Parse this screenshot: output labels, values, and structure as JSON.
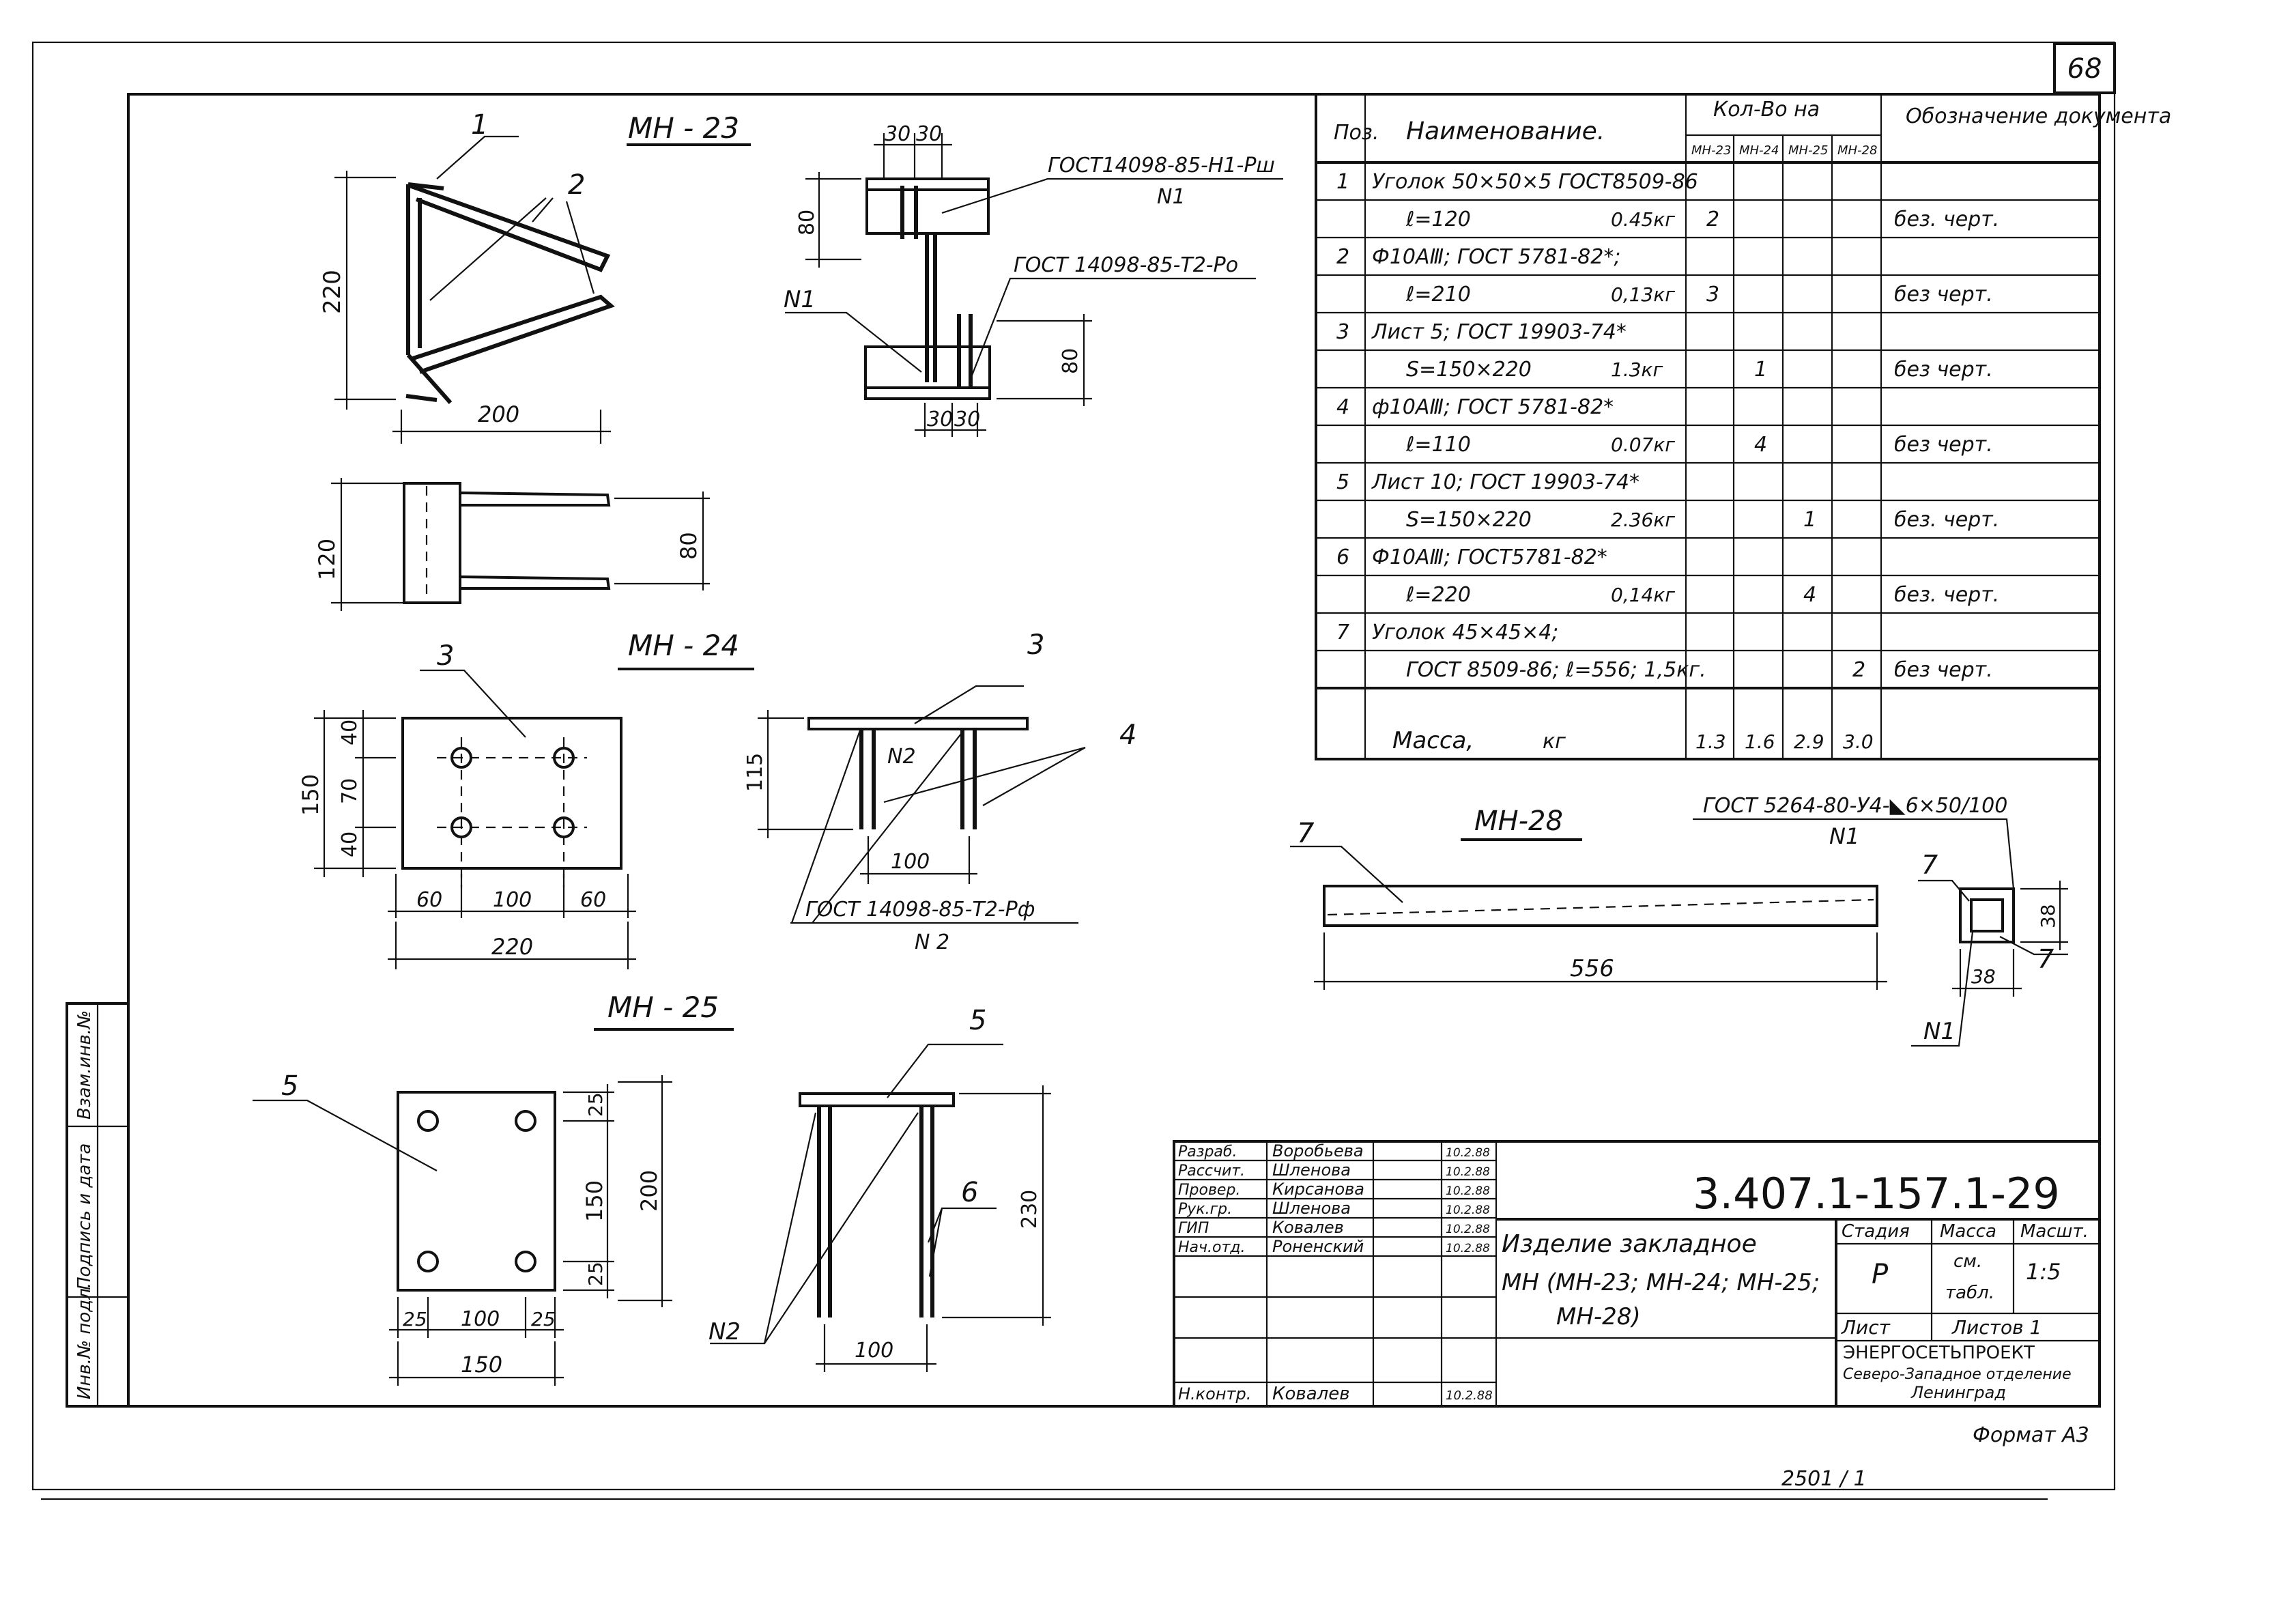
{
  "sheet": {
    "page_number": "68",
    "format": "Формат А3",
    "inventory_number": "2501 / 1"
  },
  "side_stamp": {
    "col1": "Инв.№ подл.",
    "col2": "Подпись и дата",
    "col3": "Взам.инв.№"
  },
  "views": {
    "mn23": {
      "title": "МН - 23",
      "callout_1": "1",
      "callout_2": "2",
      "dim_220": "220",
      "dim_200": "200",
      "dim_120": "120",
      "dim_80_plan": "80",
      "side_dim_30a": "30",
      "side_dim_30b": "30",
      "side_dim_80_top": "80",
      "side_dim_80_bottom": "80",
      "side_dim_30c": "30",
      "side_dim_30d": "30",
      "weld_top": "ГОСТ14098-85-Н1-Рш",
      "weld_top_n": "N1",
      "weld_bottom": "ГОСТ 14098-85-Т2-Ро",
      "weld_bottom_n": "N1"
    },
    "mn24": {
      "title": "МН - 24",
      "callout_3a": "3",
      "callout_3b": "3",
      "callout_4": "4",
      "dim_150": "150",
      "dim_40a": "40",
      "dim_70": "70",
      "dim_40b": "40",
      "dim_60a": "60",
      "dim_100": "100",
      "dim_60b": "60",
      "dim_220": "220",
      "dim_115": "115",
      "dim_100_side": "100",
      "weld_n2": "N2",
      "weld": "ГОСТ 14098-85-Т2-Рф",
      "weld_n": "N 2"
    },
    "mn25": {
      "title": "МН - 25",
      "callout_5a": "5",
      "callout_5b": "5",
      "callout_6": "6",
      "dim_25a": "25",
      "dim_150v": "150",
      "dim_25b": "25",
      "dim_200": "200",
      "dim_25c": "25",
      "dim_100": "100",
      "dim_25d": "25",
      "dim_150h": "150",
      "dim_230": "230",
      "dim_100_side": "100",
      "weld_n2": "N2"
    },
    "mn28": {
      "title": "МН-28",
      "callout_7a": "7",
      "callout_7b": "7",
      "callout_7c": "7",
      "dim_556": "556",
      "dim_38a": "38",
      "dim_38b": "38",
      "weld": "ГОСТ 5264-80-У4-◣6×50/100",
      "weld_n": "N1",
      "weld_n_bottom": "N1"
    }
  },
  "spec_table": {
    "headers": {
      "pos": "Поз.",
      "name": "Наименование.",
      "qty": "Кол-Во на",
      "doc": "Обозначение документа",
      "sub": [
        "МН-23",
        "МН-24",
        "МН-25",
        "МН-28"
      ]
    },
    "rows": [
      {
        "pos": "1",
        "name": "Уголок 50×50×5 ГОСТ8509-86",
        "w": "",
        "q": [
          "",
          "",
          "",
          ""
        ],
        "doc": ""
      },
      {
        "pos": "",
        "name": "ℓ=120",
        "w": "0.45кг",
        "q": [
          "2",
          "",
          "",
          ""
        ],
        "doc": "без. черт."
      },
      {
        "pos": "2",
        "name": "Ф10АⅢ; ГОСТ 5781-82*;",
        "w": "",
        "q": [
          "",
          "",
          "",
          ""
        ],
        "doc": ""
      },
      {
        "pos": "",
        "name": "ℓ=210",
        "w": "0,13кг",
        "q": [
          "3",
          "",
          "",
          ""
        ],
        "doc": "без черт."
      },
      {
        "pos": "3",
        "name": "Лист 5; ГОСТ 19903-74*",
        "w": "",
        "q": [
          "",
          "",
          "",
          ""
        ],
        "doc": ""
      },
      {
        "pos": "",
        "name": "S=150×220",
        "w": "1.3кг",
        "q": [
          "",
          "1",
          "",
          ""
        ],
        "doc": "без черт."
      },
      {
        "pos": "4",
        "name": "ф10АⅢ; ГОСТ 5781-82*",
        "w": "",
        "q": [
          "",
          "",
          "",
          ""
        ],
        "doc": ""
      },
      {
        "pos": "",
        "name": "ℓ=110",
        "w": "0.07кг",
        "q": [
          "",
          "4",
          "",
          ""
        ],
        "doc": "без черт."
      },
      {
        "pos": "5",
        "name": "Лист 10; ГОСТ 19903-74*",
        "w": "",
        "q": [
          "",
          "",
          "",
          ""
        ],
        "doc": ""
      },
      {
        "pos": "",
        "name": "S=150×220",
        "w": "2.36кг",
        "q": [
          "",
          "",
          "1",
          ""
        ],
        "doc": "без. черт."
      },
      {
        "pos": "6",
        "name": "Ф10АⅢ; ГОСТ5781-82*",
        "w": "",
        "q": [
          "",
          "",
          "",
          ""
        ],
        "doc": ""
      },
      {
        "pos": "",
        "name": "ℓ=220",
        "w": "0,14кг",
        "q": [
          "",
          "",
          "4",
          ""
        ],
        "doc": "без. черт."
      },
      {
        "pos": "7",
        "name": "Уголок 45×45×4;",
        "w": "",
        "q": [
          "",
          "",
          "",
          ""
        ],
        "doc": ""
      },
      {
        "pos": "",
        "name": "ГОСТ 8509-86; ℓ=556; 1,5кг.",
        "w": "",
        "q": [
          "",
          "",
          "",
          "2"
        ],
        "doc": "без черт."
      }
    ],
    "mass_label": "Масса,",
    "mass_unit": "кг",
    "mass_values": [
      "1.3",
      "1.6",
      "2.9",
      "3.0"
    ]
  },
  "title_block": {
    "roles": [
      {
        "role": "Разраб.",
        "name": "Воробьева",
        "date": "10.2.88"
      },
      {
        "role": "Рассчит.",
        "name": "Шленова",
        "date": "10.2.88"
      },
      {
        "role": "Провер.",
        "name": "Кирсанова",
        "date": "10.2.88"
      },
      {
        "role": "Рук.гр.",
        "name": "Шленова",
        "date": "10.2.88"
      },
      {
        "role": "ГИП",
        "name": "Ковалев",
        "date": "10.2.88"
      },
      {
        "role": "Нач.отд.",
        "name": "Роненский",
        "date": "10.2.88"
      }
    ],
    "control": {
      "role": "Н.контр.",
      "name": "Ковалев",
      "date": "10.2.88"
    },
    "doc_number": "3.407.1-157.1-29",
    "title_line1": "Изделие закладное",
    "title_line2": "МН (МН-23; МН-24; МН-25;",
    "title_line3": "МН-28)",
    "stage_label": "Стадия",
    "mass_label": "Масса",
    "scale_label": "Масшт.",
    "stage": "Р",
    "mass_value_1": "см.",
    "mass_value_2": "табл.",
    "scale": "1:5",
    "sheet_label": "Лист",
    "sheets_label": "Листов 1",
    "org_1": "ЭНЕРГОСЕТЬПРОЕКТ",
    "org_2": "Северо-Западное отделение",
    "org_3": "Ленинград"
  }
}
